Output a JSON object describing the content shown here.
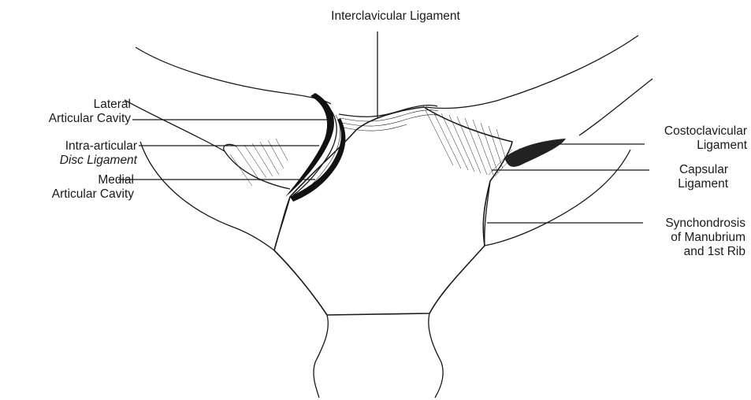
{
  "labels": {
    "interclavicular": "Interclavicular Ligament",
    "lateral_1": "Lateral",
    "lateral_2": "Articular Cavity",
    "intra_1": "Intra-articular",
    "intra_2": "Disc Ligament",
    "medial_1": "Medial",
    "medial_2": "Articular Cavity",
    "costo_1": "Costoclavicular",
    "costo_2": "Ligament",
    "capsular_1": "Capsular",
    "capsular_2": "Ligament",
    "synch_1": "Synchondrosis",
    "synch_2": "of Manubrium",
    "synch_3": "and 1st Rib"
  }
}
